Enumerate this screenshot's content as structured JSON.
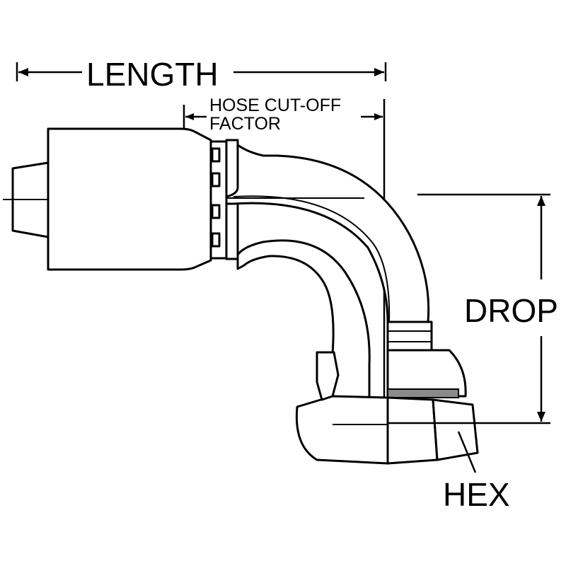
{
  "diagram": {
    "labels": {
      "length": "LENGTH",
      "hose_cutoff_line1": "HOSE CUT-OFF",
      "hose_cutoff_line2": "FACTOR",
      "drop": "DROP",
      "hex": "HEX"
    },
    "colors": {
      "stroke": "#000000",
      "background": "#ffffff",
      "band": "#8a8a8a"
    }
  }
}
